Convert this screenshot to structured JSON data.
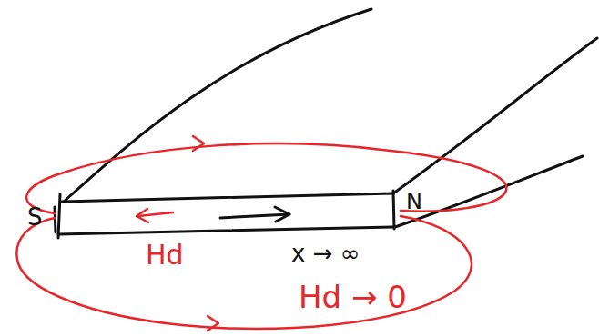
{
  "diagram": {
    "labels": [
      "S",
      "N",
      "Hd",
      "x → ∞",
      "Hd → 0"
    ]
  }
}
